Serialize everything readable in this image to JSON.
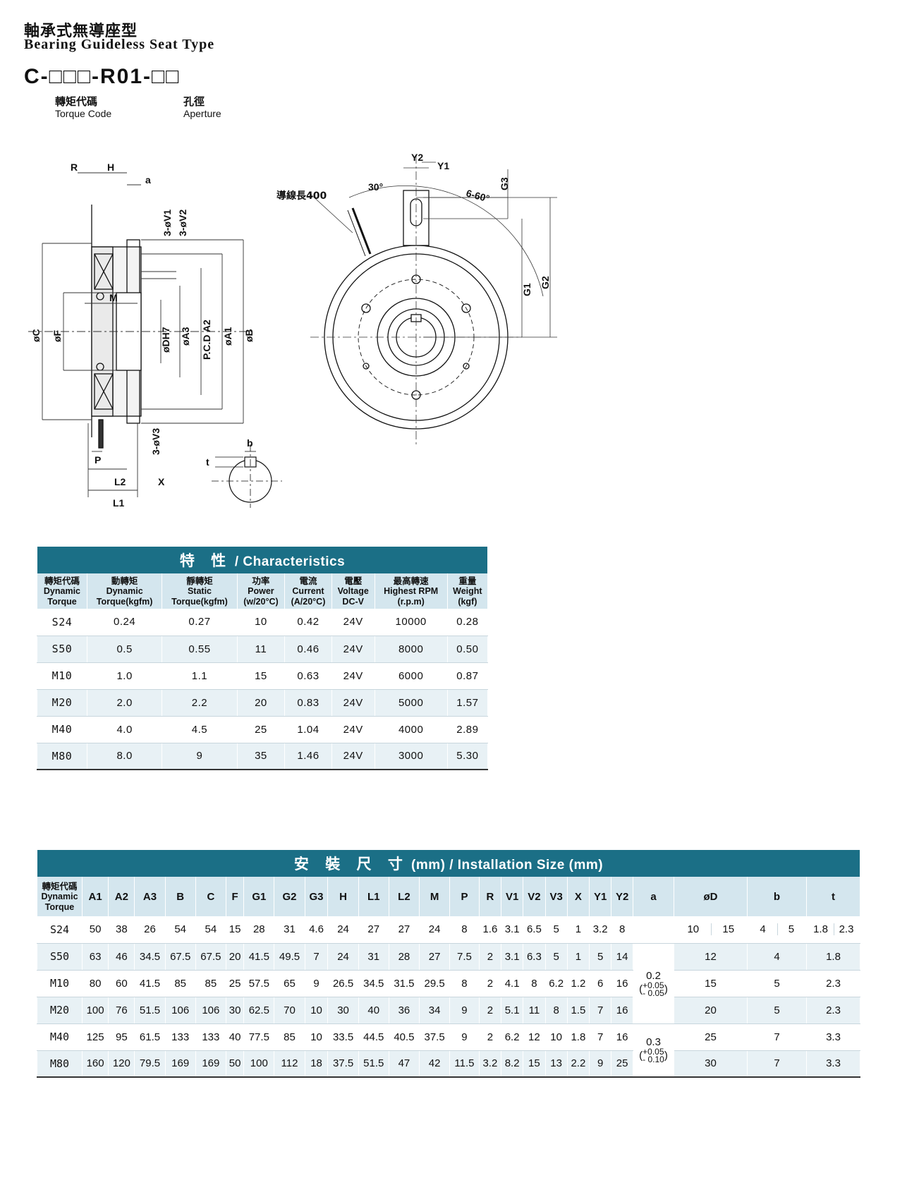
{
  "header": {
    "title_zh": "軸承式無導座型",
    "title_en": "Bearing Guideless Seat Type",
    "model_code": "C-□□□-R01-□□",
    "torque_code_zh": "轉矩代碼",
    "torque_code_en": "Torque Code",
    "aperture_zh": "孔徑",
    "aperture_en": "Aperture"
  },
  "drawing": {
    "lead_wire": "導線長400",
    "angle_30": "30°",
    "angle_6_60": "6-60°",
    "labels": {
      "R": "R",
      "H": "H",
      "a": "a",
      "V1": "3-øV1",
      "V2": "3-øV2",
      "V3": "3-øV3",
      "C": "øC",
      "F": "øF",
      "M": "M",
      "D": "øDH7",
      "A3": "øA3",
      "A2": "P.C.D A2",
      "A1": "øA1",
      "B": "øB",
      "P": "P",
      "L2": "L2",
      "X": "X",
      "L1": "L1",
      "Y2": "Y2",
      "Y1": "Y1",
      "G3": "G3",
      "G1": "G1",
      "G2": "G2",
      "b": "b",
      "t": "t"
    }
  },
  "characteristics": {
    "title_zh": "特 性",
    "title_en": "/ Characteristics",
    "columns": [
      {
        "zh": "轉矩代碼",
        "en1": "Dynamic",
        "en2": "Torque"
      },
      {
        "zh": "動轉矩",
        "en1": "Dynamic",
        "en2": "Torque(kgfm)"
      },
      {
        "zh": "靜轉矩",
        "en1": "Static",
        "en2": "Torque(kgfm)"
      },
      {
        "zh": "功率",
        "en1": "Power",
        "en2": "(w/20°C)"
      },
      {
        "zh": "電流",
        "en1": "Current",
        "en2": "(A/20°C)"
      },
      {
        "zh": "電壓",
        "en1": "Voltage",
        "en2": "DC-V"
      },
      {
        "zh": "最高轉速",
        "en1": "Highest RPM",
        "en2": "(r.p.m)"
      },
      {
        "zh": "重量",
        "en1": "Weight",
        "en2": "(kgf)"
      }
    ],
    "rows": [
      [
        "S24",
        "0.24",
        "0.27",
        "10",
        "0.42",
        "24V",
        "10000",
        "0.28"
      ],
      [
        "S50",
        "0.5",
        "0.55",
        "11",
        "0.46",
        "24V",
        "8000",
        "0.50"
      ],
      [
        "M10",
        "1.0",
        "1.1",
        "15",
        "0.63",
        "24V",
        "6000",
        "0.87"
      ],
      [
        "M20",
        "2.0",
        "2.2",
        "20",
        "0.83",
        "24V",
        "5000",
        "1.57"
      ],
      [
        "M40",
        "4.0",
        "4.5",
        "25",
        "1.04",
        "24V",
        "4000",
        "2.89"
      ],
      [
        "M80",
        "8.0",
        "9",
        "35",
        "1.46",
        "24V",
        "3000",
        "5.30"
      ]
    ]
  },
  "installation": {
    "title_zh": "安 裝 尺 寸",
    "title_en": "(mm) / Installation Size (mm)",
    "code_header": {
      "zh": "轉矩代碼",
      "en1": "Dynamic",
      "en2": "Torque"
    },
    "columns": [
      "A1",
      "A2",
      "A3",
      "B",
      "C",
      "F",
      "G1",
      "G2",
      "G3",
      "H",
      "L1",
      "L2",
      "M",
      "P",
      "R",
      "V1",
      "V2",
      "V3",
      "X",
      "Y1",
      "Y2",
      "a",
      "øD",
      "b",
      "t"
    ],
    "rows": [
      [
        "S24",
        "50",
        "38",
        "26",
        "54",
        "54",
        "15",
        "28",
        "31",
        "4.6",
        "24",
        "27",
        "27",
        "24",
        "8",
        "1.6",
        "3.1",
        "6.5",
        "5",
        "1",
        "3.2",
        "8"
      ],
      [
        "S50",
        "63",
        "46",
        "34.5",
        "67.5",
        "67.5",
        "20",
        "41.5",
        "49.5",
        "7",
        "24",
        "31",
        "28",
        "27",
        "7.5",
        "2",
        "3.1",
        "6.3",
        "5",
        "1",
        "5",
        "14"
      ],
      [
        "M10",
        "80",
        "60",
        "41.5",
        "85",
        "85",
        "25",
        "57.5",
        "65",
        "9",
        "26.5",
        "34.5",
        "31.5",
        "29.5",
        "8",
        "2",
        "4.1",
        "8",
        "6.2",
        "1.2",
        "6",
        "16"
      ],
      [
        "M20",
        "100",
        "76",
        "51.5",
        "106",
        "106",
        "30",
        "62.5",
        "70",
        "10",
        "30",
        "40",
        "36",
        "34",
        "9",
        "2",
        "5.1",
        "11",
        "8",
        "1.5",
        "7",
        "16"
      ],
      [
        "M40",
        "125",
        "95",
        "61.5",
        "133",
        "133",
        "40",
        "77.5",
        "85",
        "10",
        "33.5",
        "44.5",
        "40.5",
        "37.5",
        "9",
        "2",
        "6.2",
        "12",
        "10",
        "1.8",
        "7",
        "16"
      ],
      [
        "M80",
        "160",
        "120",
        "79.5",
        "169",
        "169",
        "50",
        "100",
        "112",
        "18",
        "37.5",
        "51.5",
        "47",
        "42",
        "11.5",
        "3.2",
        "8.2",
        "15",
        "13",
        "2.2",
        "9",
        "25"
      ]
    ],
    "a_group1": {
      "value": "0.2",
      "tol_plus": "+0.05",
      "tol_minus": "- 0.05"
    },
    "a_group2": {
      "value": "0.3",
      "tol_plus": "+0.05",
      "tol_minus": "- 0.10"
    },
    "s24_extra": {
      "D1": "10",
      "D2": "15",
      "b1": "4",
      "b2": "5",
      "t1": "1.8",
      "t2": "2.3"
    },
    "extra_rows": [
      {
        "D": "12",
        "b": "4",
        "t": "1.8"
      },
      {
        "D": "15",
        "b": "5",
        "t": "2.3"
      },
      {
        "D": "20",
        "b": "5",
        "t": "2.3"
      },
      {
        "D": "25",
        "b": "7",
        "t": "3.3"
      },
      {
        "D": "30",
        "b": "7",
        "t": "3.3"
      }
    ]
  }
}
